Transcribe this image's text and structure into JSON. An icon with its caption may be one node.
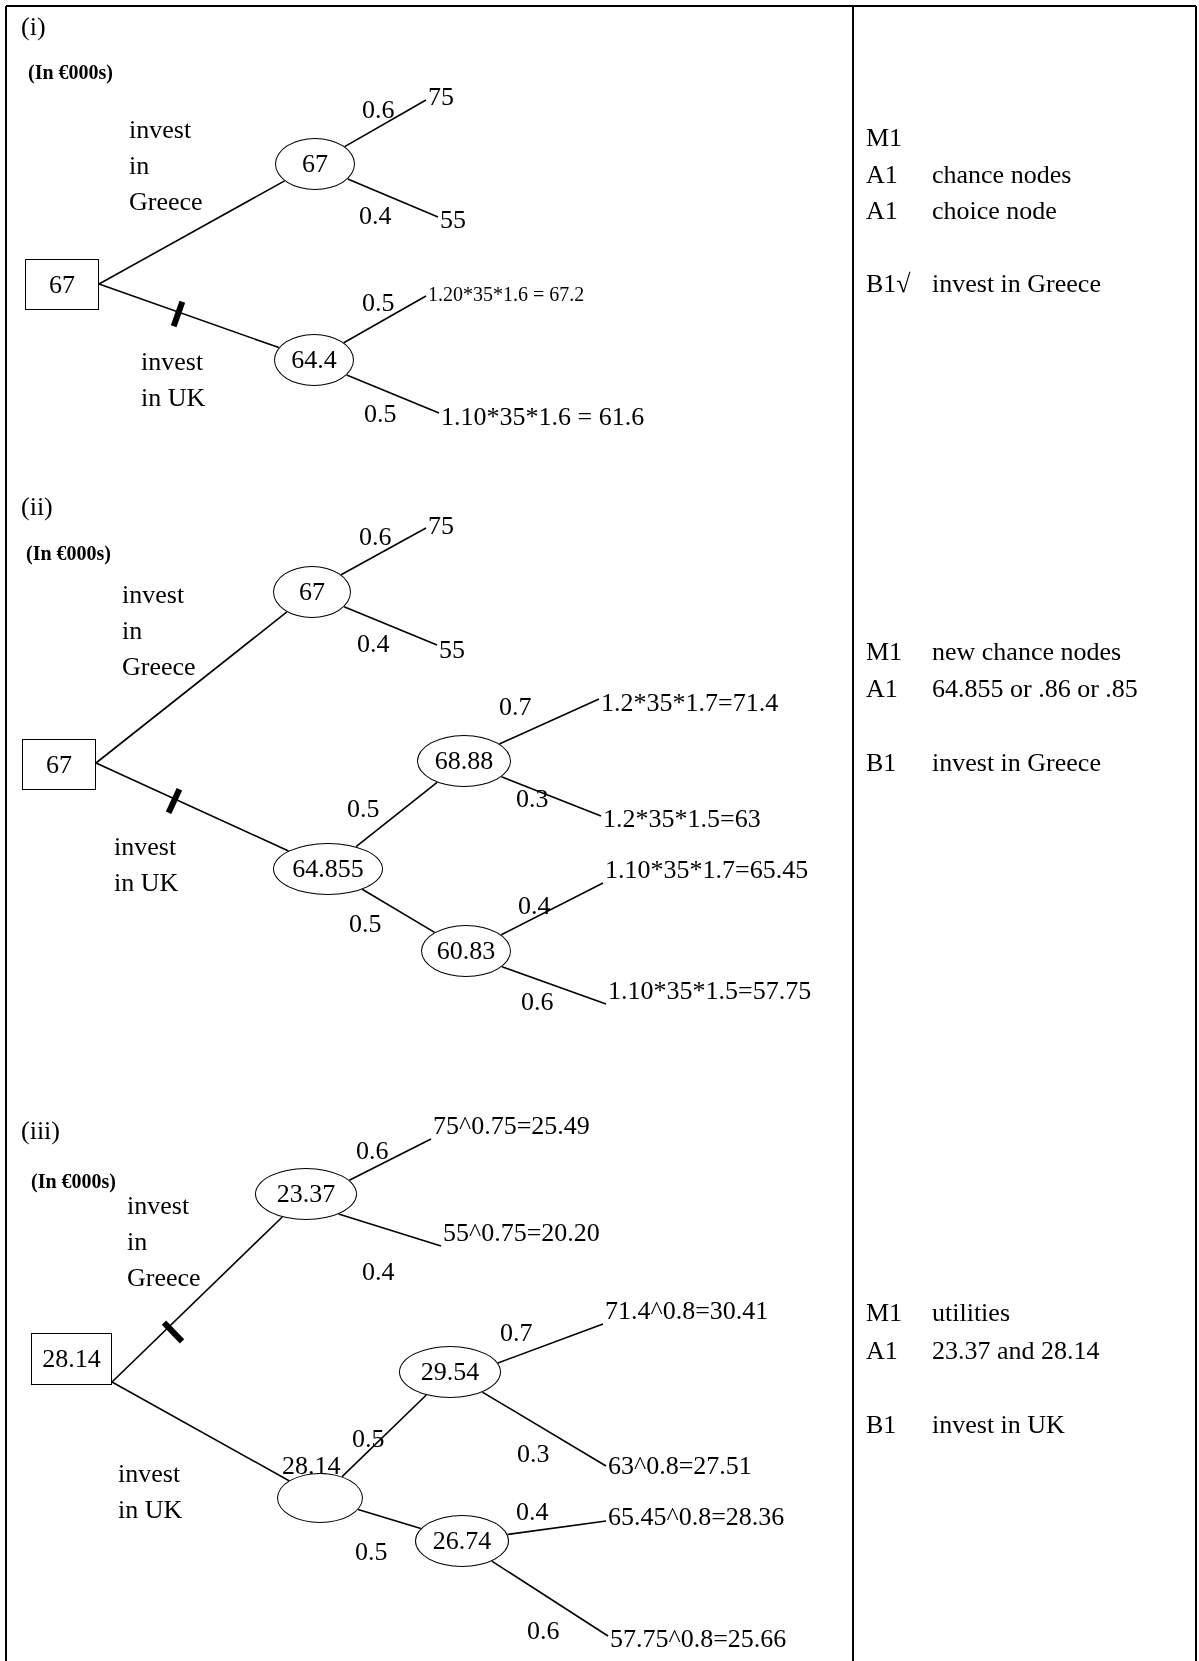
{
  "diagram": {
    "nodes": [
      {
        "text": [
          "67"
        ]
      },
      {
        "text": [
          "67"
        ]
      },
      {
        "text": [
          "75"
        ]
      },
      {
        "text": [
          "55"
        ]
      },
      {
        "text": [
          "64.4"
        ]
      },
      {
        "text": [
          "1.20*35*1.6 = 67.2"
        ]
      },
      {
        "text": [
          "1.10*35*1.6 = 61.6"
        ]
      },
      {
        "text": [
          "67"
        ]
      },
      {
        "text": [
          "67"
        ]
      },
      {
        "text": [
          "75"
        ]
      },
      {
        "text": [
          "55"
        ]
      },
      {
        "text": [
          "64.855"
        ]
      },
      {
        "text": [
          "68.88"
        ]
      },
      {
        "text": [
          "1.2*35*1.7=71.4"
        ]
      },
      {
        "text": [
          "1.2*35*1.5=63"
        ]
      },
      {
        "text": [
          "60.83"
        ]
      },
      {
        "text": [
          "1.10*35*1.7=65.45"
        ]
      },
      {
        "text": [
          "1.10*35*1.5=57.75"
        ]
      },
      {
        "text": [
          "28.14"
        ]
      },
      {
        "text": [
          "23.37"
        ]
      },
      {
        "text": [
          "75^0.75=25.49"
        ]
      },
      {
        "text": [
          "55^0.75=20.20"
        ]
      },
      {
        "text": [
          "28.14"
        ]
      },
      {
        "text": [
          "29.54"
        ]
      },
      {
        "text": [
          "71.4^0.8=30.41"
        ]
      },
      {
        "text": [
          "63^0.8=27.51"
        ]
      },
      {
        "text": [
          "26.74"
        ]
      },
      {
        "text": [
          "65.45^0.8=28.36"
        ]
      },
      {
        "text": [
          "57.75^0.8=25.66"
        ]
      }
    ],
    "edges": [
      {
        "from": 0,
        "to": 1,
        "arrow": "none",
        "label": "invest in Greece"
      },
      {
        "from": 0,
        "to": 4,
        "arrow": "none",
        "label": "invest in UK"
      },
      {
        "from": 1,
        "to": 2,
        "arrow": "none",
        "label": "0.6"
      },
      {
        "from": 1,
        "to": 3,
        "arrow": "none",
        "label": "0.4"
      },
      {
        "from": 4,
        "to": 5,
        "arrow": "none",
        "label": "0.5"
      },
      {
        "from": 4,
        "to": 6,
        "arrow": "none",
        "label": "0.5"
      },
      {
        "from": 7,
        "to": 8,
        "arrow": "none",
        "label": "invest in Greece"
      },
      {
        "from": 7,
        "to": 11,
        "arrow": "none",
        "label": "invest in UK"
      },
      {
        "from": 8,
        "to": 9,
        "arrow": "none",
        "label": "0.6"
      },
      {
        "from": 8,
        "to": 10,
        "arrow": "none",
        "label": "0.4"
      },
      {
        "from": 11,
        "to": 12,
        "arrow": "none",
        "label": "0.5"
      },
      {
        "from": 11,
        "to": 15,
        "arrow": "none",
        "label": "0.5"
      },
      {
        "from": 12,
        "to": 13,
        "arrow": "none",
        "label": "0.7"
      },
      {
        "from": 12,
        "to": 14,
        "arrow": "none",
        "label": "0.3"
      },
      {
        "from": 15,
        "to": 16,
        "arrow": "none",
        "label": "0.4"
      },
      {
        "from": 15,
        "to": 17,
        "arrow": "none",
        "label": "0.6"
      },
      {
        "from": 18,
        "to": 19,
        "arrow": "none",
        "label": "invest in Greece"
      },
      {
        "from": 18,
        "to": 22,
        "arrow": "none",
        "label": "invest in UK"
      },
      {
        "from": 19,
        "to": 20,
        "arrow": "none",
        "label": "0.6"
      },
      {
        "from": 19,
        "to": 21,
        "arrow": "none",
        "label": "0.4"
      },
      {
        "from": 22,
        "to": 23,
        "arrow": "none",
        "label": "0.5"
      },
      {
        "from": 22,
        "to": 26,
        "arrow": "none",
        "label": "0.5"
      },
      {
        "from": 23,
        "to": 24,
        "arrow": "none",
        "label": "0.7"
      },
      {
        "from": 23,
        "to": 25,
        "arrow": "none",
        "label": "0.3"
      },
      {
        "from": 26,
        "to": 27,
        "arrow": "none",
        "label": "0.4"
      },
      {
        "from": 26,
        "to": 28,
        "arrow": "none",
        "label": "0.6"
      }
    ],
    "labels": [
      "(i)",
      "(In €000s)",
      "M1",
      "A1",
      "chance nodes",
      "A1",
      "choice node",
      "B1√",
      "invest in Greece",
      "(ii)",
      "(In €000s)",
      "M1",
      "new chance nodes",
      "A1",
      "64.855 or .86 or .85",
      "B1",
      "invest in Greece",
      "(iii)",
      "(In €000s)",
      "M1",
      "utilities",
      "A1",
      "23.37 and 28.14",
      "B1",
      "invest in UK"
    ]
  }
}
